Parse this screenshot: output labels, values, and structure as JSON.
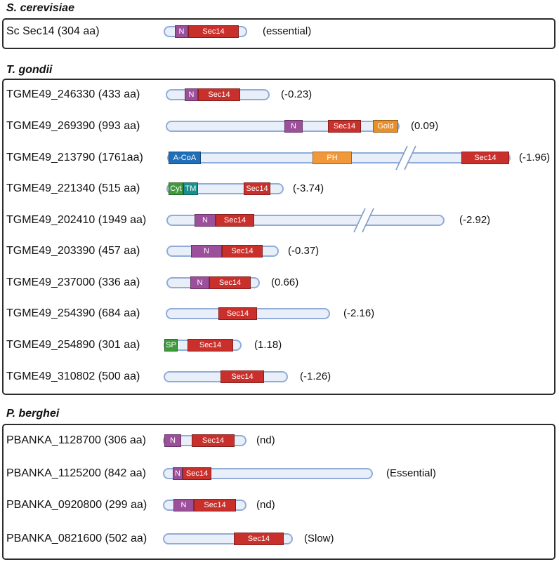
{
  "colors": {
    "Sec14": "#c9302c",
    "N": "#9c4f9a",
    "Gold": "#e88f2a",
    "PH": "#f0983a",
    "A-CoA": "#1f6fba",
    "Cyt": "#3e9a3a",
    "TM": "#17908e",
    "SP": "#3e9a3a"
  },
  "sections": [
    {
      "title": "S. cerevisiae",
      "rows": [
        {
          "label": "Sc Sec14 (304 aa)",
          "domains": [
            "N",
            "Sec14"
          ],
          "note": "(essential)"
        }
      ]
    },
    {
      "title": "T. gondii",
      "rows": [
        {
          "label": "TGME49_246330 (433 aa)",
          "domains": [
            "N",
            "Sec14"
          ],
          "note": "(-0.23)"
        },
        {
          "label": "TGME49_269390 (993 aa)",
          "domains": [
            "N",
            "Sec14",
            "Gold"
          ],
          "note": "(0.09)"
        },
        {
          "label": "TGME49_213790 (1761aa)",
          "domains": [
            "A-CoA",
            "PH",
            "Sec14"
          ],
          "note": "(-1.96)"
        },
        {
          "label": "TGME49_221340 (515 aa)",
          "domains": [
            "Cyt",
            "TM",
            "Sec14"
          ],
          "note": "(-3.74)"
        },
        {
          "label": "TGME49_202410 (1949 aa)",
          "domains": [
            "N",
            "Sec14"
          ],
          "note": "(-2.92)"
        },
        {
          "label": "TGME49_203390 (457 aa)",
          "domains": [
            "N",
            "Sec14"
          ],
          "note": "(-0.37)"
        },
        {
          "label": "TGME49_237000 (336 aa)",
          "domains": [
            "N",
            "Sec14"
          ],
          "note": "(0.66)"
        },
        {
          "label": "TGME49_254390 (684 aa)",
          "domains": [
            "Sec14"
          ],
          "note": "(-2.16)"
        },
        {
          "label": "TGME49_254890 (301 aa)",
          "domains": [
            "SP",
            "Sec14"
          ],
          "note": "(1.18)"
        },
        {
          "label": "TGME49_310802 (500 aa)",
          "domains": [
            "Sec14"
          ],
          "note": "(-1.26)"
        }
      ]
    },
    {
      "title": "P. berghei",
      "rows": [
        {
          "label": "PBANKA_1128700 (306 aa)",
          "domains": [
            "N",
            "Sec14"
          ],
          "note": "(nd)"
        },
        {
          "label": "PBANKA_1125200 (842 aa)",
          "domains": [
            "N",
            "Sec14"
          ],
          "note": "(Essential)"
        },
        {
          "label": "PBANKA_0920800 (299 aa)",
          "domains": [
            "N",
            "Sec14"
          ],
          "note": "(nd)"
        },
        {
          "label": "PBANKA_0821600 (502 aa)",
          "domains": [
            "Sec14"
          ],
          "note": "(Slow)"
        }
      ]
    }
  ]
}
